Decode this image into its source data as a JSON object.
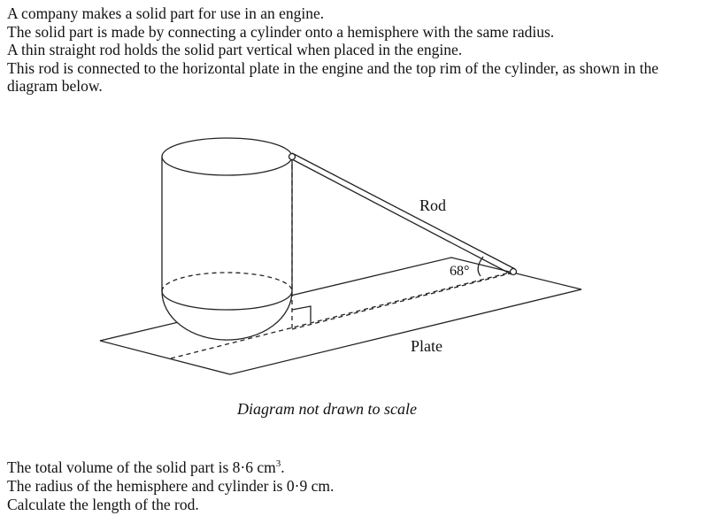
{
  "intro": {
    "line1": "A company makes a solid part for use in an engine.",
    "line2": "The solid part is made by connecting a cylinder onto a hemisphere with the same radius.",
    "line3": "A thin straight rod holds the solid part vertical when placed in the engine.",
    "line4": "This rod is connected to the horizontal plate in the engine and the top rim of the cylinder, as shown in the diagram below."
  },
  "diagram": {
    "rod_label": "Rod",
    "plate_label": "Plate",
    "angle_label": "68°",
    "caption": "Diagram not drawn to scale"
  },
  "question": {
    "volume_prefix": "The total volume of the solid part is 8·6 cm",
    "volume_exp": "3",
    "volume_suffix": ".",
    "radius": "The radius of the hemisphere and cylinder is 0·9 cm.",
    "task": "Calculate the length of the rod."
  }
}
